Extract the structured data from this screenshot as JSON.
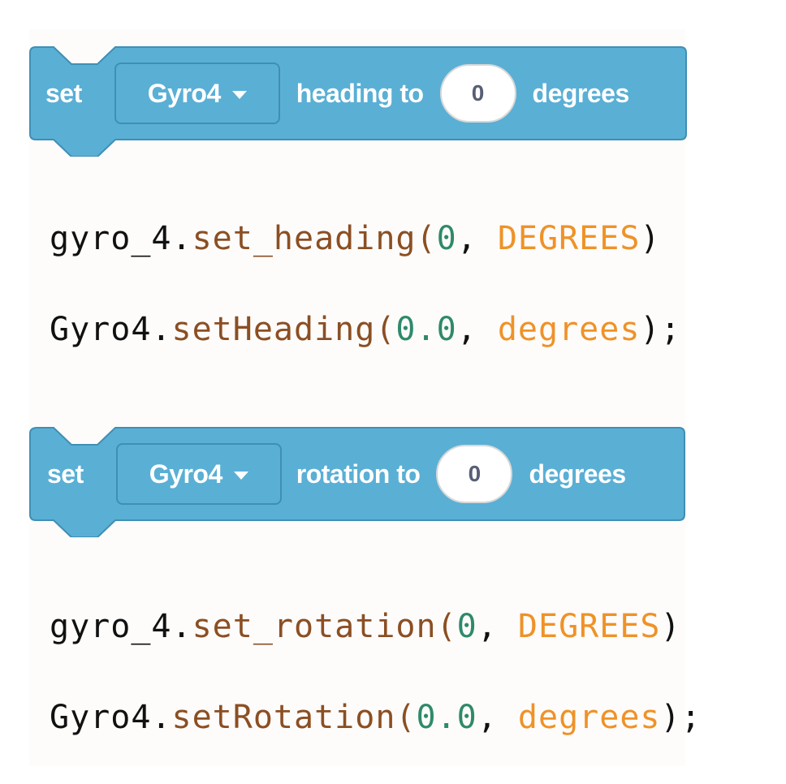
{
  "colors": {
    "block_fill": "#5aafd5",
    "block_border": "#3f8fb5",
    "code_default": "#111111",
    "code_method": "#8b4f23",
    "code_number": "#2e8a6a",
    "code_constant": "#ef9228",
    "panel_background": "#fdfcfb"
  },
  "blocks": [
    {
      "keyword": "set",
      "device": "Gyro4",
      "dropdown_icon": "caret-down-icon",
      "action": "heading to",
      "value": "0",
      "unit": "degrees"
    },
    {
      "keyword": "set",
      "device": "Gyro4",
      "dropdown_icon": "caret-down-icon",
      "action": "rotation to",
      "value": "0",
      "unit": "degrees"
    }
  ],
  "code": [
    {
      "obj": "gyro_4.",
      "method": "set_heading",
      "open": "(",
      "num": "0",
      "sep": ", ",
      "arg": "DEGREES",
      "close": ")"
    },
    {
      "obj": "Gyro4.",
      "method": "setHeading",
      "open": "(",
      "num": "0.0",
      "sep": ", ",
      "arg": "degrees",
      "close": ");"
    },
    {
      "obj": "gyro_4.",
      "method": "set_rotation",
      "open": "(",
      "num": "0",
      "sep": ", ",
      "arg": "DEGREES",
      "close": ")"
    },
    {
      "obj": "Gyro4.",
      "method": "setRotation",
      "open": "(",
      "num": "0.0",
      "sep": ", ",
      "arg": "degrees",
      "close": ");"
    }
  ]
}
